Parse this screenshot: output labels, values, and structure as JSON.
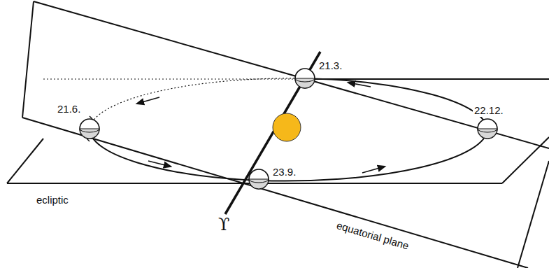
{
  "diagram": {
    "labels": [
      "21.3.",
      "21.6.",
      "23.9.",
      "22.12.",
      "ecliptic",
      "equatorial plane",
      "ϒ"
    ]
  }
}
